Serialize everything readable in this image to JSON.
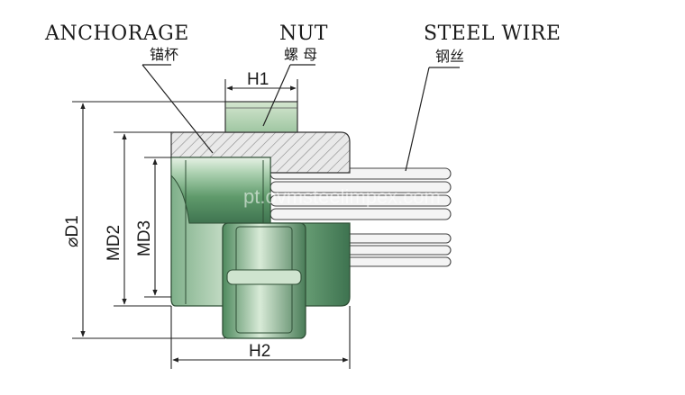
{
  "labels": {
    "anchorage_en": "ANCHORAGE",
    "anchorage_cn": "锚杯",
    "nut_en": "NUT",
    "nut_cn": "螺 母",
    "wire_en": "STEEL WIRE",
    "wire_cn": "钢丝"
  },
  "dimensions": {
    "h1": "H1",
    "h2": "H2",
    "d1": "⌀D1",
    "md2": "MD2",
    "md3": "MD3"
  },
  "watermark": "pt.ovmsteelimpex.com",
  "colors": {
    "anchor_green": "#5d8f68",
    "anchor_light": "#bcd8bf",
    "hatch": "#8a8a8a",
    "line": "#222222"
  }
}
